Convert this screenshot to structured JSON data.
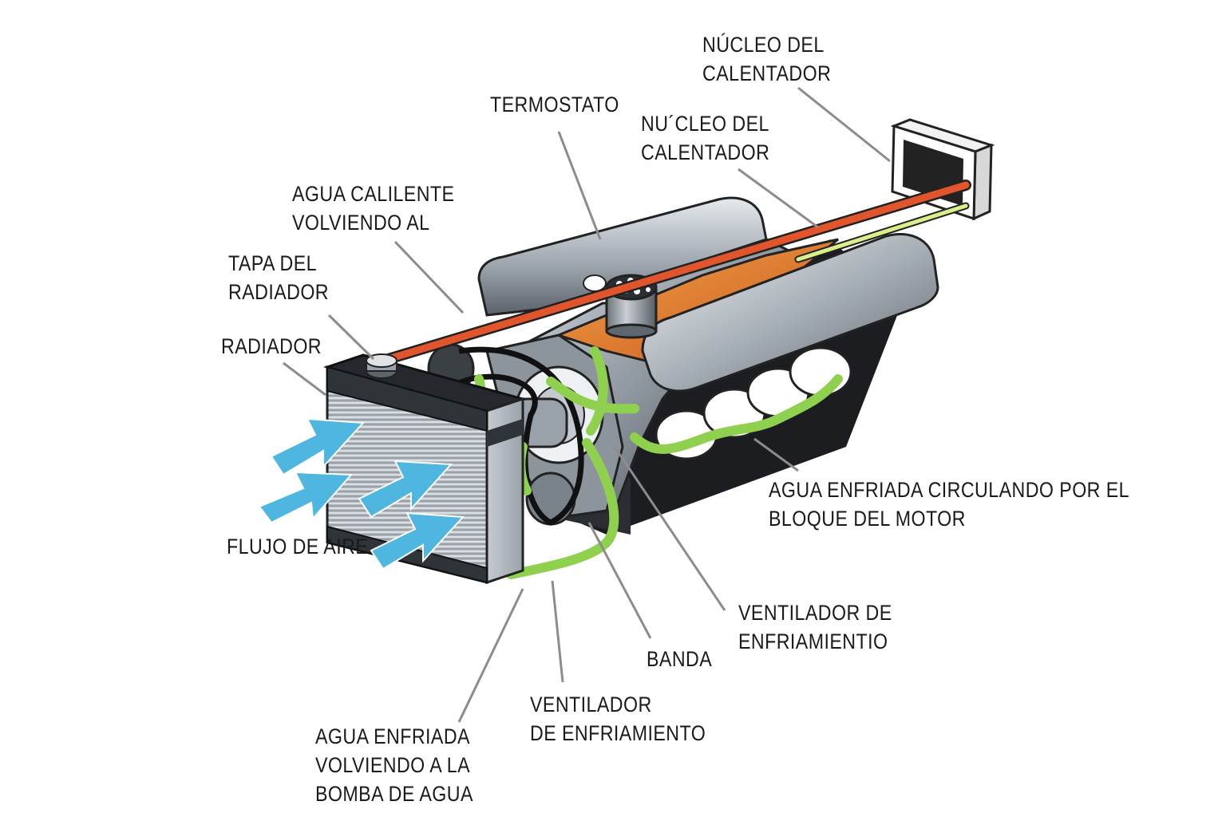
{
  "labels": {
    "nucleo_calentador_top": [
      "NÚCLEO DEL",
      "CALENTADOR"
    ],
    "termostato": "TERMOSTATO",
    "nucleo_calentador_mid": [
      "NU´CLEO DEL",
      "CALENTADOR"
    ],
    "agua_caliente": [
      "AGUA CALILENTE",
      "VOLVIENDO AL"
    ],
    "tapa_radiador": [
      "TAPA DEL",
      "RADIADOR"
    ],
    "radiador": "RADIADOR",
    "flujo_aire": "FLUJO DE AIRE",
    "agua_circulando": [
      "AGUA ENFRIADA CIRCULANDO POR EL",
      "BLOQUE DEL MOTOR"
    ],
    "ventilador_enfriamientio": [
      "VENTILADOR DE",
      "ENFRIAMIENTIO"
    ],
    "banda": "BANDA",
    "ventilador_enfriamiento": [
      "VENTILADOR",
      "DE ENFRIAMIENTO"
    ],
    "agua_bomba": [
      "AGUA ENFRIADA",
      "VOLVIENDO A LA",
      "BOMBA DE AGUA"
    ]
  },
  "colors": {
    "hot_water": "#e0552b",
    "cool_water": "#8fd14f",
    "air_flow": "#4fb6e0",
    "engine_gray": "#8a929a",
    "leader_line": "#8c8c8c",
    "text": "#1a1a1a"
  }
}
